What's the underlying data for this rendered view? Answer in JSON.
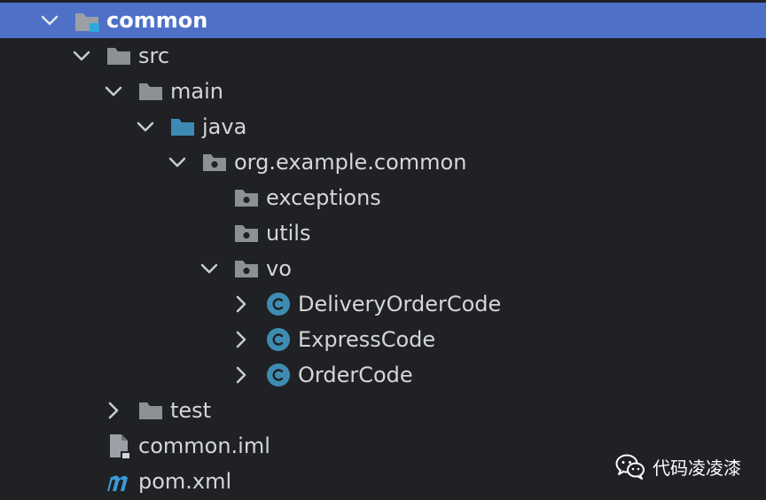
{
  "project_tree": {
    "root": {
      "label": "common"
    },
    "src": {
      "label": "src"
    },
    "main": {
      "label": "main"
    },
    "java": {
      "label": "java"
    },
    "package": {
      "label": "org.example.common"
    },
    "exceptions": {
      "label": "exceptions"
    },
    "utils": {
      "label": "utils"
    },
    "vo": {
      "label": "vo"
    },
    "delivery_order_code": {
      "label": "DeliveryOrderCode"
    },
    "express_code": {
      "label": "ExpressCode"
    },
    "order_code": {
      "label": "OrderCode"
    },
    "test": {
      "label": "test"
    },
    "common_iml": {
      "label": "common.iml"
    },
    "pom_xml": {
      "label": "pom.xml"
    }
  },
  "watermark": {
    "text": "代码凌凌漆"
  },
  "colors": {
    "background": "#1f2124",
    "selection": "#4e71c7",
    "folder": "#8c9196",
    "source_folder": "#3d8bb5",
    "class_icon": "#3f8cb3",
    "maven": "#3c9ad6"
  }
}
